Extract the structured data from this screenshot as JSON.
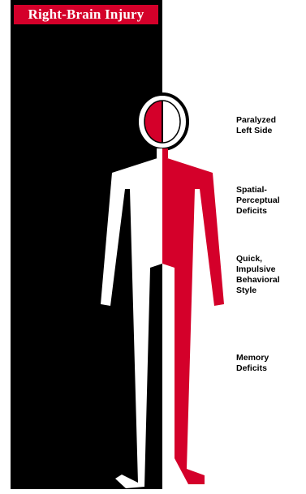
{
  "title": "Right-Brain Injury",
  "colors": {
    "accent_red": "#d4002a",
    "dark": "#000000",
    "light": "#ffffff"
  },
  "labels": [
    "Paralyzed\nLeft Side",
    "Spatial-\nPerceptual\nDeficits",
    "Quick,\nImpulsive\nBehavioral\nStyle",
    "Memory\nDeficits"
  ]
}
